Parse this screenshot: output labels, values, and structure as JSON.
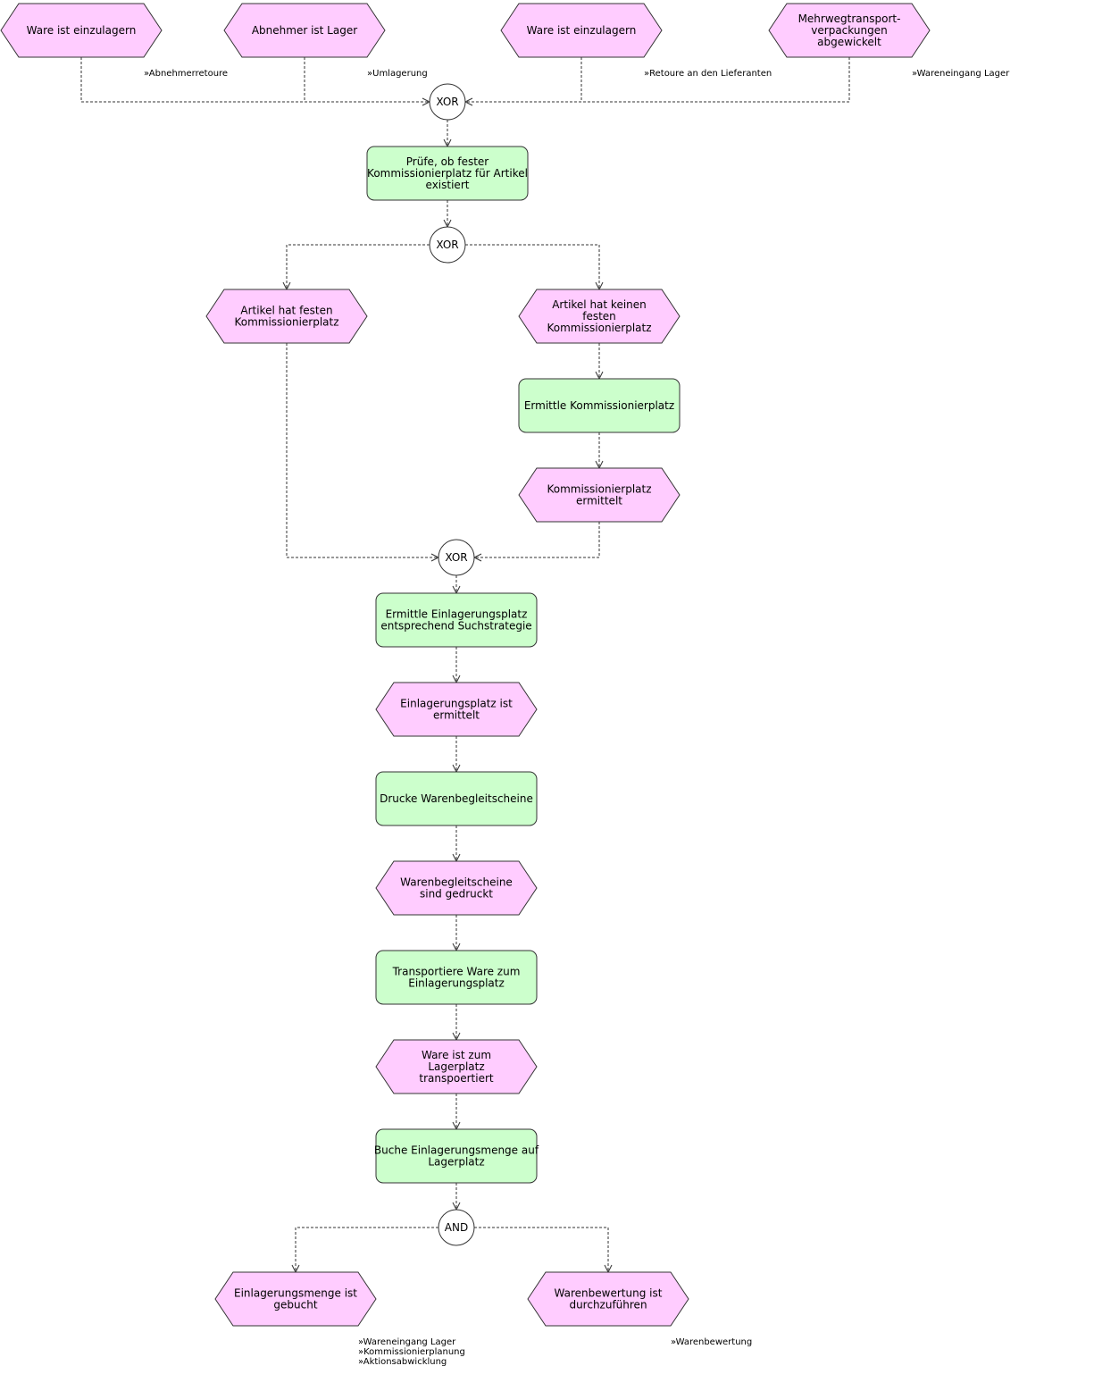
{
  "events": {
    "e1": [
      "Ware ist einzulagern"
    ],
    "e2": [
      "Abnehmer ist Lager"
    ],
    "e3": [
      "Ware ist einzulagern"
    ],
    "e4": [
      "Mehrwegtransport-",
      "verpackungen",
      "abgewickelt"
    ],
    "e5": [
      "Artikel hat festen",
      "Kommissionierplatz"
    ],
    "e6": [
      "Artikel hat keinen",
      "festen",
      "Kommissionierplatz"
    ],
    "e7": [
      "Kommissionierplatz",
      "ermittelt"
    ],
    "e8": [
      "Einlagerungsplatz ist",
      "ermittelt"
    ],
    "e9": [
      "Warenbegleitscheine",
      "sind gedruckt"
    ],
    "e10": [
      "Ware ist zum",
      "Lagerplatz",
      "transpoertiert"
    ],
    "e11": [
      "Einlagerungsmenge ist",
      "gebucht"
    ],
    "e12": [
      "Warenbewertung ist",
      "durchzuführen"
    ]
  },
  "functions": {
    "f1": [
      "Prüfe, ob fester",
      "Kommissionierplatz für Artikel",
      "existiert"
    ],
    "f2": [
      "Ermittle Kommissionierplatz"
    ],
    "f3": [
      "Ermittle Einlagerungsplatz",
      "entsprechend Suchstrategie"
    ],
    "f4": [
      "Drucke Warenbegleitscheine"
    ],
    "f5": [
      "Transportiere Ware zum",
      "Einlagerungsplatz"
    ],
    "f6": [
      "Buche Einlagerungsmenge auf",
      "Lagerplatz"
    ]
  },
  "operators": {
    "x1": "XOR",
    "x2": "XOR",
    "x3": "XOR",
    "a1": "AND"
  },
  "references": {
    "r1": [
      "»Abnehmerretoure"
    ],
    "r2": [
      "»Umlagerung"
    ],
    "r3": [
      "»Retoure an den Lieferanten"
    ],
    "r4": [
      "»Wareneingang Lager"
    ],
    "r5": [
      "»Wareneingang Lager",
      "»Kommissionierplanung",
      "»Aktionsabwicklung"
    ],
    "r6": [
      "»Warenbewertung"
    ]
  },
  "colors": {
    "event_fill": "#ffccff",
    "function_fill": "#ccffcc",
    "operator_fill": "#ffffff",
    "stroke": "#333333"
  }
}
